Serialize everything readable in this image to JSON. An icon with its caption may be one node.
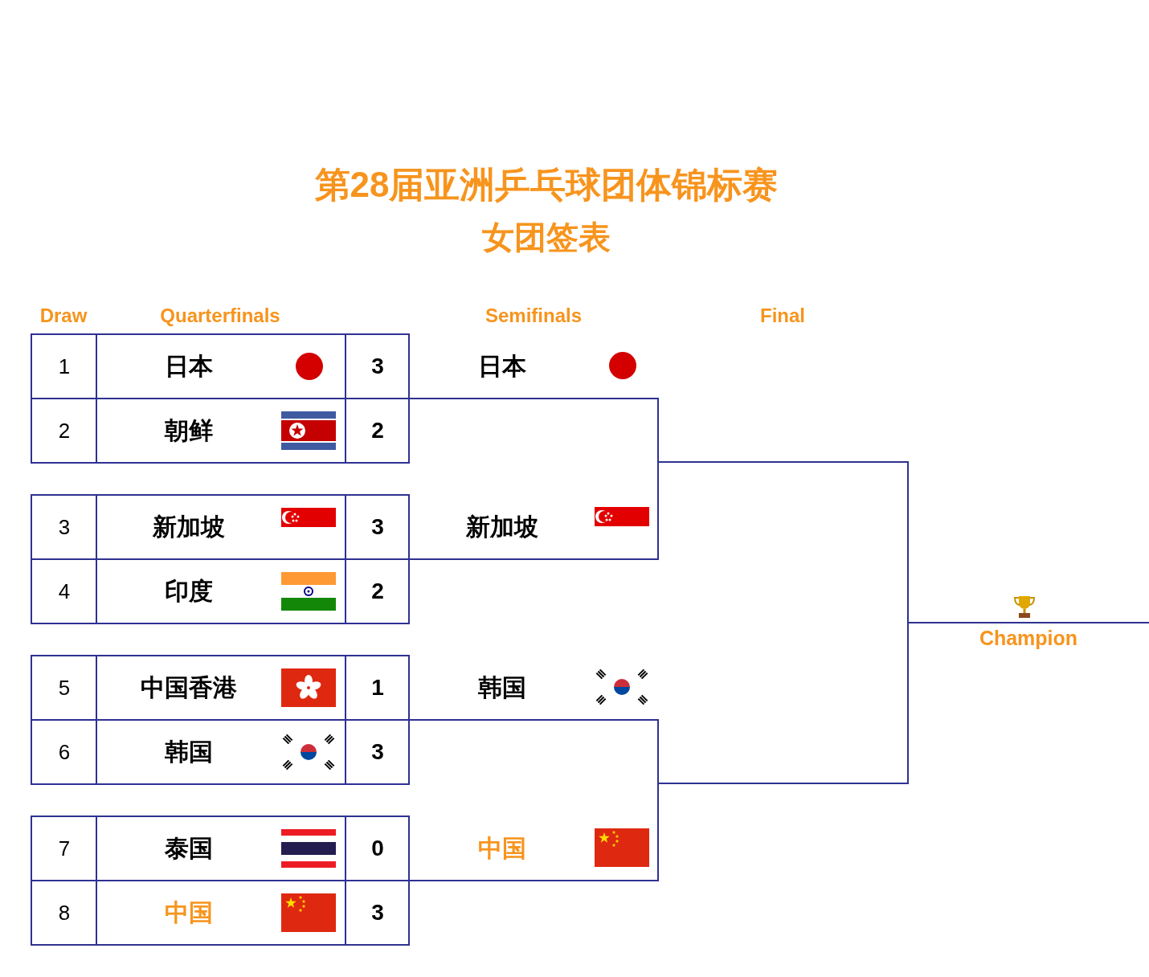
{
  "diagram": {
    "title": "第28届亚洲乒乓球团体锦标赛",
    "nodes": [
      {
        "text": [
          "1",
          "日本",
          "3"
        ]
      },
      {
        "text": [
          "2",
          "朝鲜",
          "2"
        ]
      },
      {
        "text": [
          "3",
          "新加坡",
          "3"
        ]
      },
      {
        "text": [
          "4",
          "印度",
          "2"
        ]
      },
      {
        "text": [
          "5",
          "中国香港",
          "1"
        ]
      },
      {
        "text": [
          "6",
          "韩国",
          "3"
        ]
      },
      {
        "text": [
          "7",
          "泰国",
          "0"
        ]
      },
      {
        "text": [
          "8",
          "中国",
          "3"
        ]
      },
      {
        "text": [
          "日本"
        ]
      },
      {
        "text": [
          "新加坡"
        ]
      },
      {
        "text": [
          "韩国"
        ]
      },
      {
        "text": [
          "中国"
        ]
      },
      {
        "text": [
          "Champion"
        ]
      }
    ],
    "edges": [
      {
        "from": 8,
        "to": 12,
        "arrow": "none"
      },
      {
        "from": 9,
        "to": 12,
        "arrow": "none"
      },
      {
        "from": 10,
        "to": 12,
        "arrow": "none"
      },
      {
        "from": 11,
        "to": 12,
        "arrow": "none"
      }
    ],
    "labels": [
      "女团签表",
      "Draw",
      "Quarterfinals",
      "Semifinals",
      "Final"
    ]
  }
}
